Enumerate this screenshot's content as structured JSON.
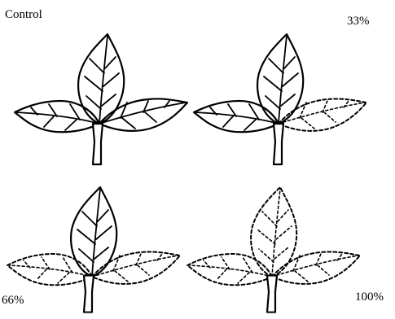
{
  "labels": {
    "control": "Control",
    "pct33": "33%",
    "pct66": "66%",
    "pct100": "100%"
  },
  "panels": [
    {
      "label_key": "control",
      "left_leaflet": "intact",
      "center_leaflet": "intact",
      "right_leaflet": "intact"
    },
    {
      "label_key": "pct33",
      "left_leaflet": "intact",
      "center_leaflet": "intact",
      "right_leaflet": "removed"
    },
    {
      "label_key": "pct66",
      "left_leaflet": "removed",
      "center_leaflet": "intact",
      "right_leaflet": "removed"
    },
    {
      "label_key": "pct100",
      "left_leaflet": "removed",
      "center_leaflet": "removed",
      "right_leaflet": "removed"
    }
  ]
}
